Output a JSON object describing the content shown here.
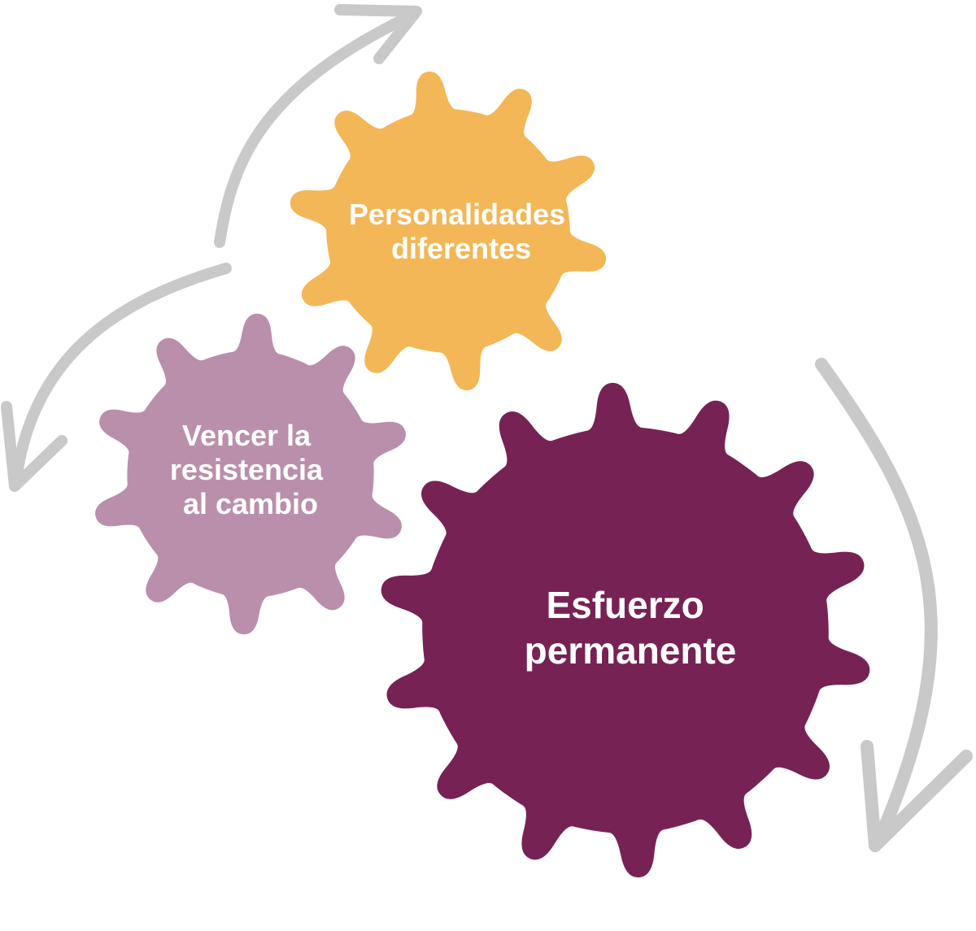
{
  "gears": [
    {
      "id": "personalidades",
      "color": "#f3b757",
      "lines": [
        "Personalidades",
        "diferentes"
      ]
    },
    {
      "id": "vencer",
      "color": "#ba8fab",
      "lines": [
        "Vencer la",
        "resistencia",
        "al cambio"
      ]
    },
    {
      "id": "esfuerzo",
      "color": "#772254",
      "lines": [
        "Esfuerzo",
        "permanente"
      ]
    }
  ],
  "arrow_color": "#c8c9c8",
  "flow": "cycle"
}
